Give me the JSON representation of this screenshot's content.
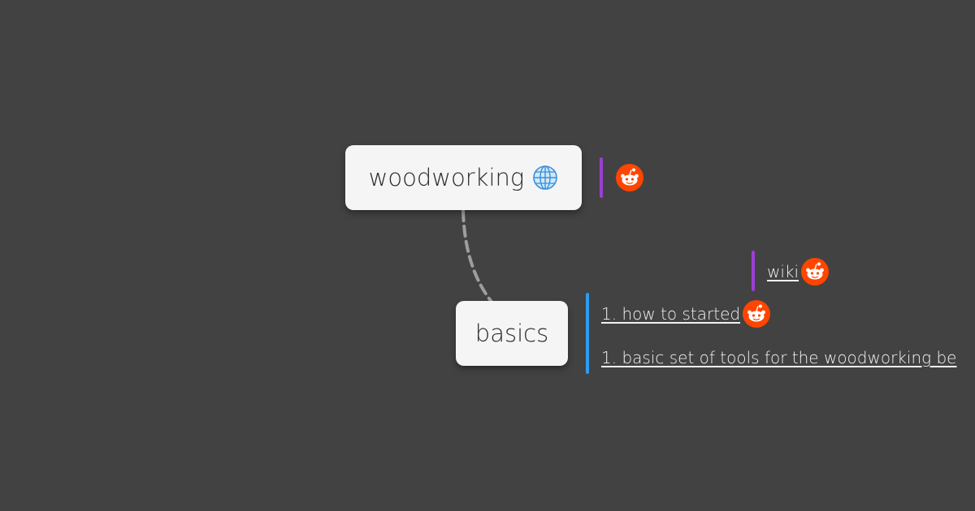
{
  "mindmap": {
    "root": {
      "label": "woodworking",
      "icon": "globe-icon"
    },
    "root_note": {
      "icon": "reddit-icon"
    },
    "child": {
      "label": "basics"
    },
    "wiki_note": {
      "label": "wiki",
      "icon": "reddit-icon"
    },
    "child_notes": [
      {
        "label": "1. how to started",
        "icon": "reddit-icon"
      },
      {
        "label": "1. basic set of tools for the woodworking be"
      }
    ]
  },
  "colors": {
    "background": "#424242",
    "node": "#f5f5f5",
    "accent_purple": "#9b3fd1",
    "accent_blue": "#2f9cf0",
    "reddit": "#ff4500",
    "connector": "#9e9e9e"
  }
}
